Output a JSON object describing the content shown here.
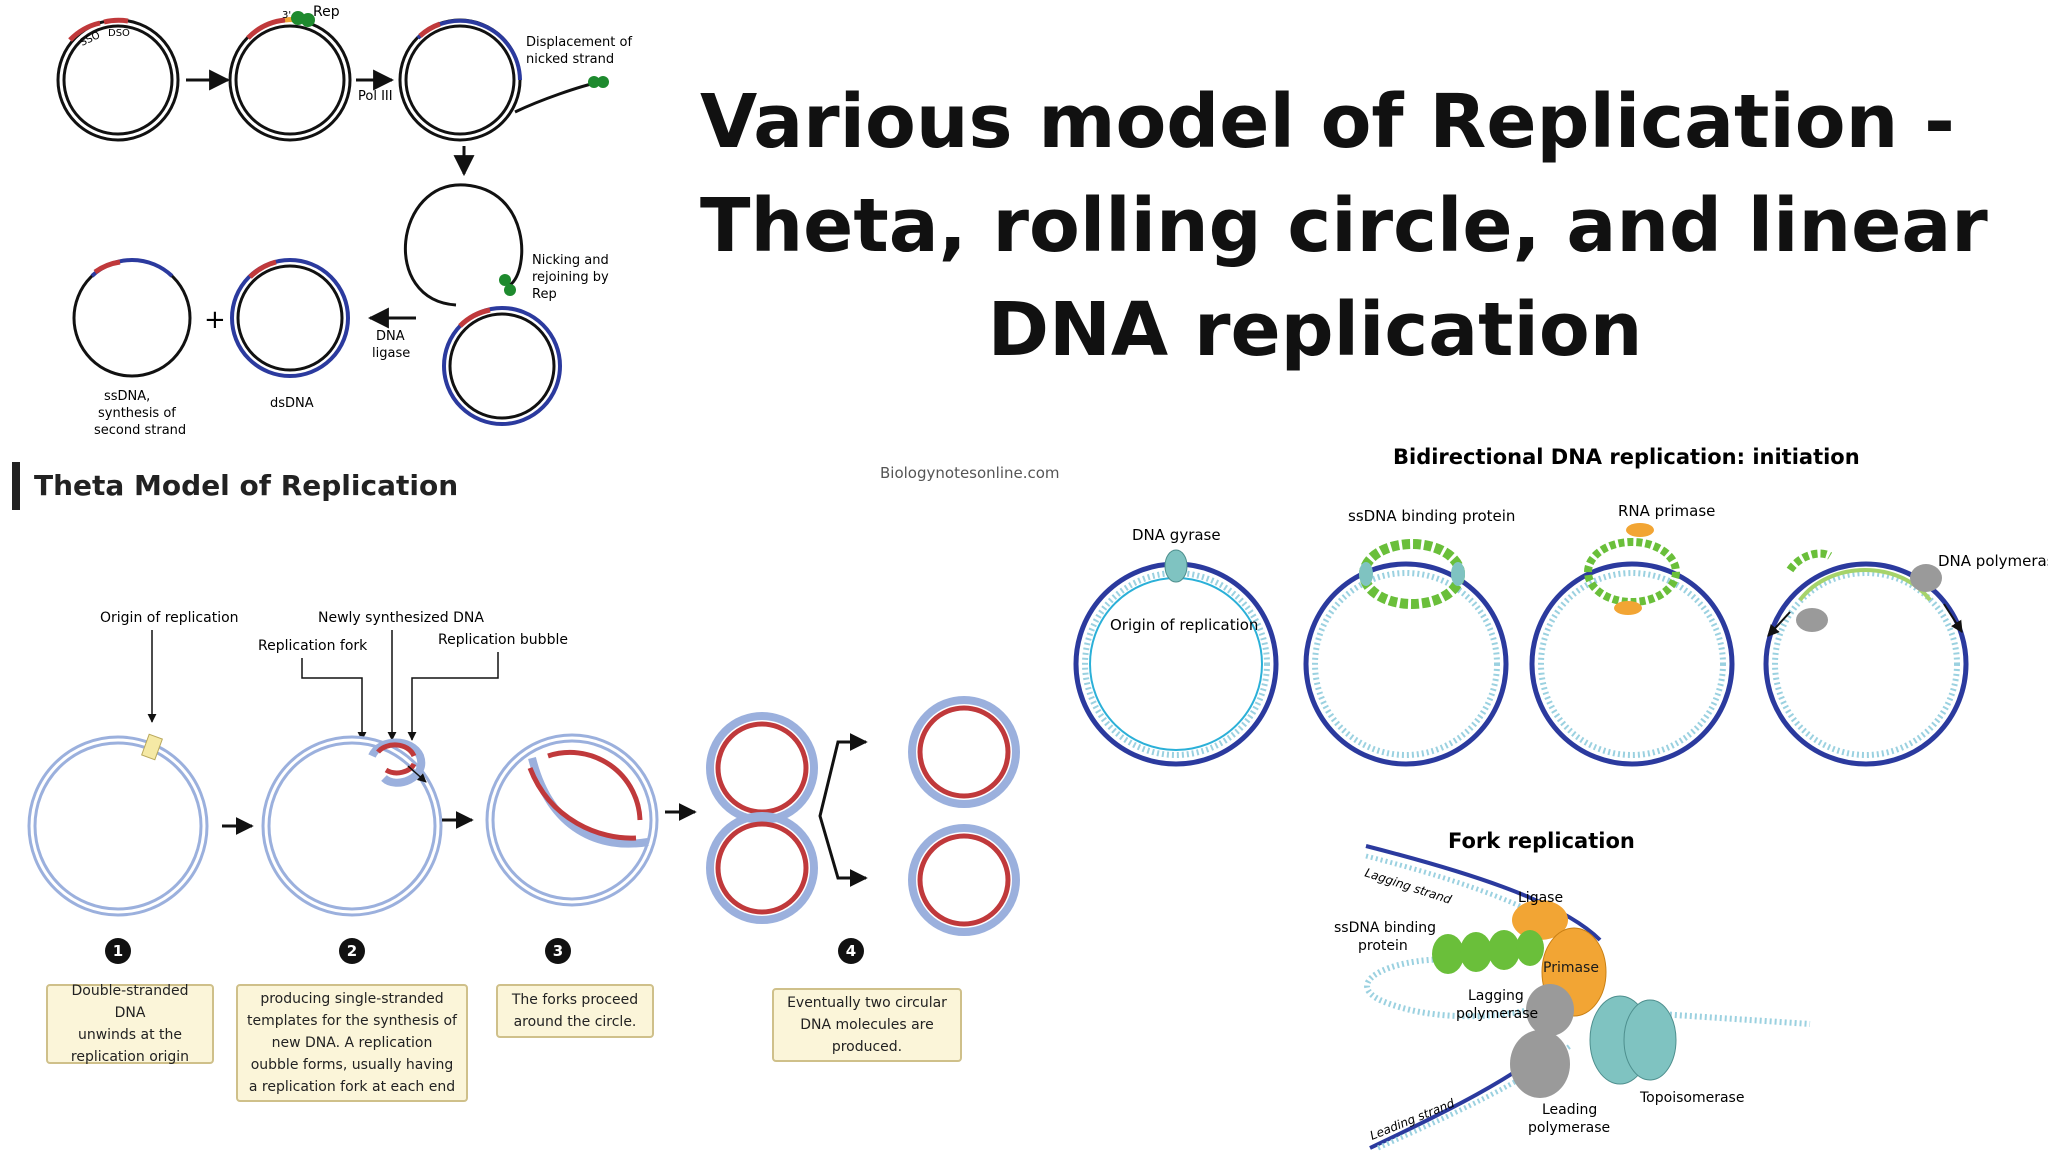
{
  "title": {
    "line1": "Various model of Replication -",
    "line2": "Theta, rolling circle, and linear",
    "line3": "DNA replication"
  },
  "rolling_circle": {
    "sso": "SSO",
    "dso": "DSO",
    "three_prime": "3'",
    "rep": "Rep",
    "pol3": "Pol III",
    "displacement": [
      "Displacement of",
      "nicked strand"
    ],
    "nicking": [
      "Nicking and",
      "rejoining by",
      "Rep"
    ],
    "ligase": [
      "DNA",
      "ligase"
    ],
    "plus": "+",
    "ssdna": [
      "ssDNA,",
      "synthesis of",
      "second strand"
    ],
    "dsdna": "dsDNA"
  },
  "theta": {
    "heading": "Theta Model of Replication",
    "watermark": "Biologynotesonline.com",
    "origin": "Origin of replication",
    "newly": "Newly synthesized DNA",
    "fork": "Replication fork",
    "bubble": "Replication bubble",
    "steps": [
      {
        "num": "1",
        "caption": [
          "Double-stranded DNA",
          "unwinds at the",
          "replication origin"
        ]
      },
      {
        "num": "2",
        "caption": [
          "producing single-stranded",
          "templates for the synthesis of",
          "new DNA. A replication",
          "oubble forms, usually having",
          "a replication fork at each end"
        ]
      },
      {
        "num": "3",
        "caption": [
          "The forks proceed",
          "around the circle."
        ]
      },
      {
        "num": "4",
        "caption": [
          "Eventually two circular",
          "DNA molecules are",
          "produced."
        ]
      }
    ]
  },
  "bidirectional": {
    "title": "Bidirectional DNA replication: initiation",
    "gyrase": "DNA gyrase",
    "origin": "Origin of replication",
    "ssb": "ssDNA binding protein",
    "primase": "RNA primase",
    "polymerase": "DNA polymerase"
  },
  "fork": {
    "title": "Fork replication",
    "lagging_strand": "Lagging strand",
    "ligase": "Ligase",
    "ssb": [
      "ssDNA binding",
      "protein"
    ],
    "primase": "Primase",
    "lagging_pol": [
      "Lagging",
      "polymerase"
    ],
    "topo": "Topoisomerase",
    "leading_pol": [
      "Leading",
      "polymerase"
    ],
    "leading_strand": "Leading strand"
  },
  "colors": {
    "dna_red": "#c0393b",
    "dna_blue": "#2b3a9e",
    "dna_light_blue": "#9bb0dd",
    "rep_green": "#1e8a2e",
    "ssb_green": "#6abf3a",
    "primase_orange": "#f2a534",
    "topo_teal": "#7fc3c1",
    "polymerase_gray": "#9a9a9a",
    "caption_bg": "#fbf5d9"
  }
}
